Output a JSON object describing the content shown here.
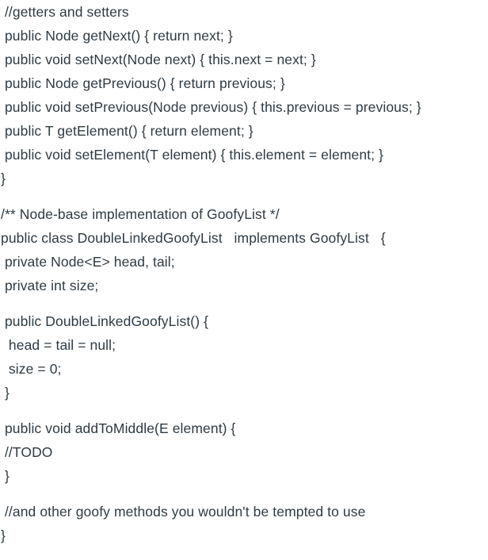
{
  "page": {
    "background_color": "#ffffff",
    "text_color": "#2d3b45"
  },
  "code": {
    "language": "java",
    "paragraphs": [
      {
        "lines": [
          " //getters and setters",
          " public Node getNext() { return next; }",
          " public void setNext(Node next) { this.next = next; }",
          " public Node getPrevious() { return previous; }",
          " public void setPrevious(Node previous) { this.previous = previous; }",
          " public T getElement() { return element; }",
          " public void setElement(T element) { this.element = element; }",
          "}"
        ]
      },
      {
        "lines": [
          "/** Node-base implementation of GoofyList */",
          "public class DoubleLinkedGoofyList   implements GoofyList   {",
          " private Node<E> head, tail;",
          " private int size;"
        ]
      },
      {
        "lines": [
          " public DoubleLinkedGoofyList() {",
          "  head = tail = null;",
          "  size = 0;",
          " }"
        ]
      },
      {
        "lines": [
          " public void addToMiddle(E element) {",
          " //TODO",
          " }"
        ]
      },
      {
        "lines": [
          " //and other goofy methods you wouldn't be tempted to use",
          "}"
        ]
      }
    ]
  }
}
